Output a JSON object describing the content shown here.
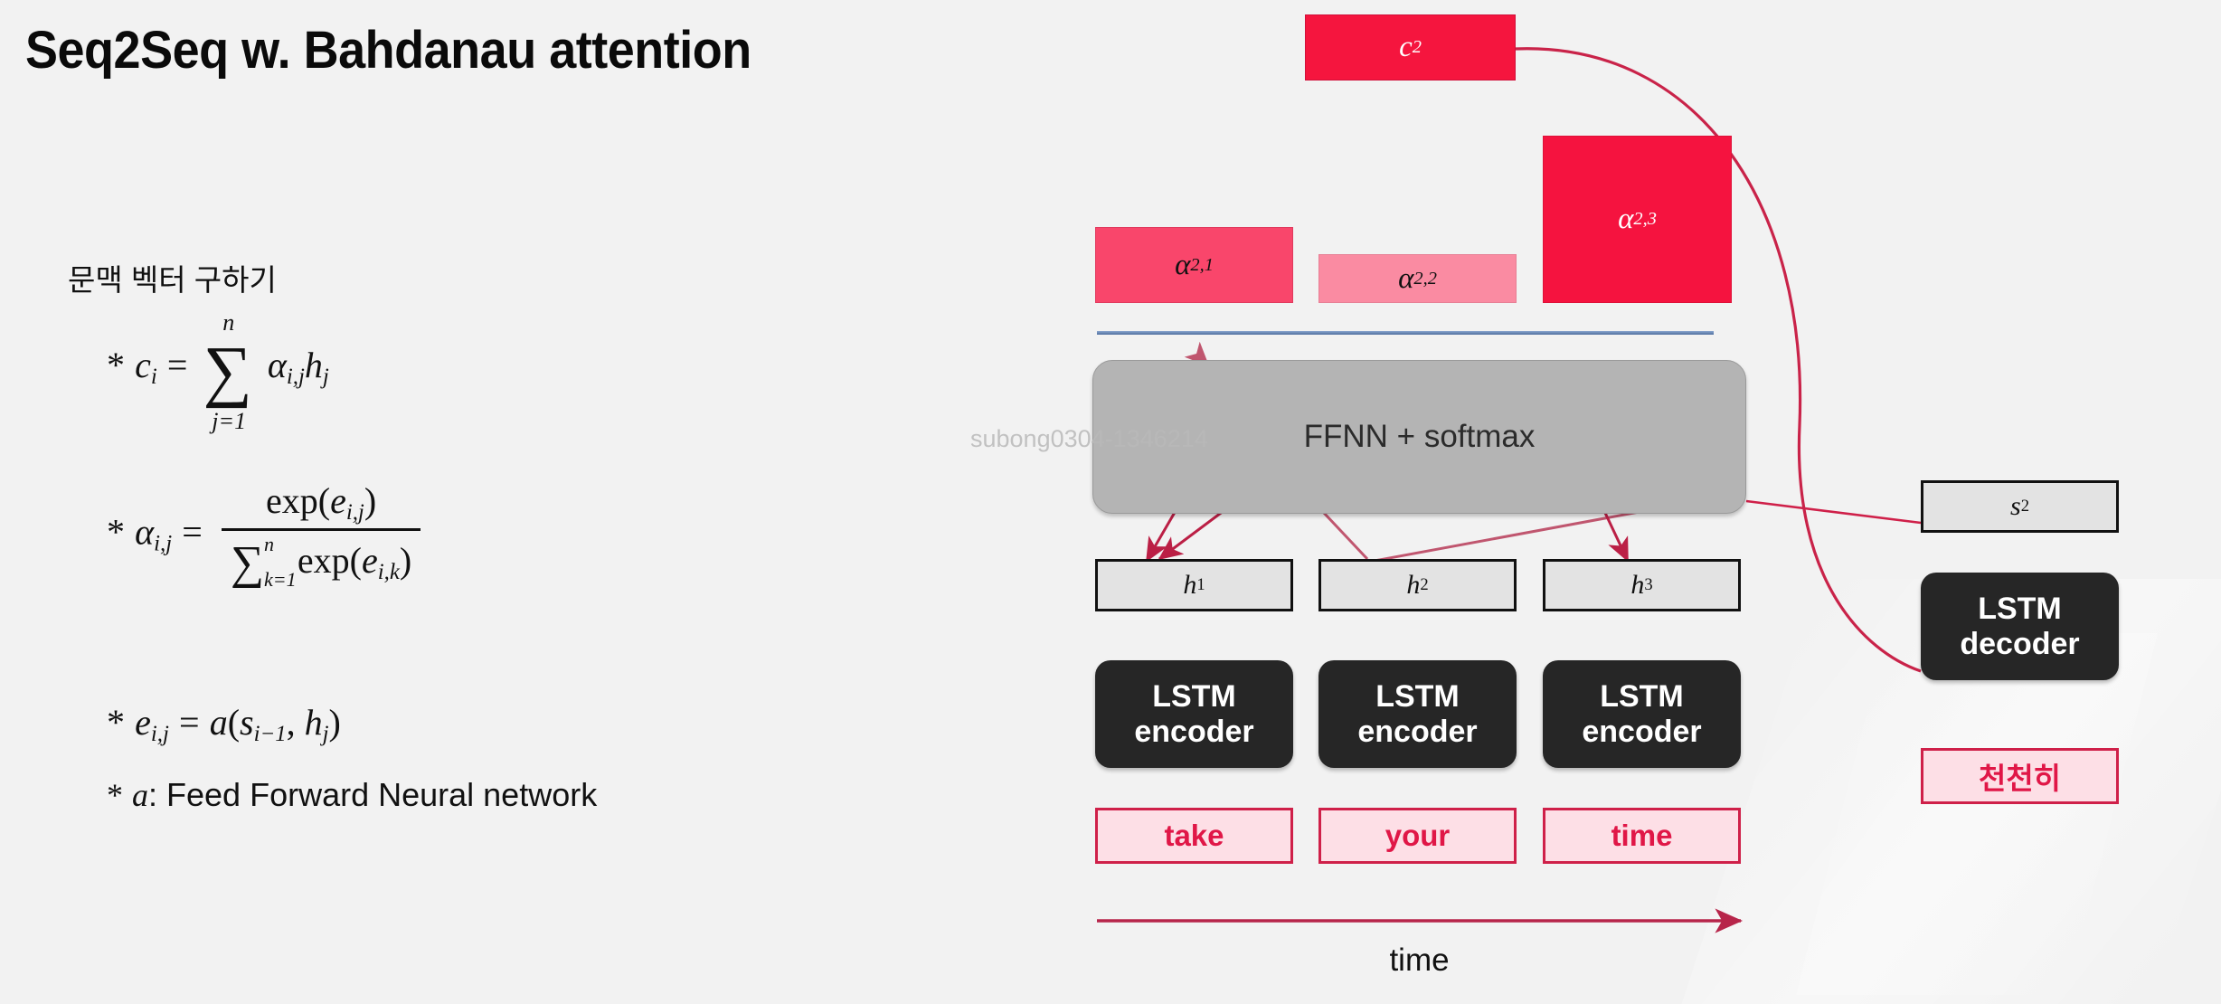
{
  "slide": {
    "title": "Seq2Seq w. Bahdanau attention",
    "background_color": "#f2f2f2",
    "watermark": "subong0304-1346214"
  },
  "left_panel": {
    "subhead": "문맥 벡터 구하기",
    "formulas": {
      "context_vector": {
        "bullet": "*",
        "lhs_var": "c",
        "lhs_sub": "i",
        "equals": "=",
        "sum_symbol": "∑",
        "sum_upper": "n",
        "sum_lower": "j=1",
        "term_alpha": "α",
        "term_alpha_sub": "i,j",
        "term_h": "h",
        "term_h_sub": "j"
      },
      "attention_weight": {
        "bullet": "*",
        "lhs_var": "α",
        "lhs_sub": "i,j",
        "equals": "=",
        "numerator_fn": "exp(",
        "numerator_var": "e",
        "numerator_sub": "i,j",
        "numerator_close": ")",
        "denominator_sum": "∑",
        "denominator_upper": "n",
        "denominator_lower": "k=1",
        "denominator_fn": "exp(",
        "denominator_var": "e",
        "denominator_sub": "i,k",
        "denominator_close": ")"
      },
      "score": {
        "bullet": "*",
        "lhs_var": "e",
        "lhs_sub": "i,j",
        "equals": "=",
        "fn": "a",
        "open": "(",
        "arg1_var": "s",
        "arg1_sub": "i−1",
        "comma": ", ",
        "arg2_var": "h",
        "arg2_sub": "j",
        "close": ")"
      }
    },
    "note": {
      "bullet": "*",
      "symbol": "a",
      "text": ": Feed Forward Neural network"
    }
  },
  "diagram": {
    "context_vector": {
      "label_var": "c",
      "label_sub": "2"
    },
    "attention_bars": [
      {
        "label_var": "α",
        "label_sub": "2,1",
        "color": "#f9466b",
        "text_color": "#111111",
        "weight": 0.35
      },
      {
        "label_var": "α",
        "label_sub": "2,2",
        "color": "#fa8ba2",
        "text_color": "#111111",
        "weight": 0.18
      },
      {
        "label_var": "α",
        "label_sub": "2,3",
        "color": "#f5133f",
        "text_color": "#ffffff",
        "weight": 0.72
      }
    ],
    "ffnn_block": {
      "label": "FFNN + softmax",
      "color": "#b4b4b4"
    },
    "divider_color": "#5b7eb0",
    "hidden_states": [
      {
        "label_var": "h",
        "label_sub": "1"
      },
      {
        "label_var": "h",
        "label_sub": "2"
      },
      {
        "label_var": "h",
        "label_sub": "3"
      }
    ],
    "encoders": [
      {
        "line1": "LSTM",
        "line2": "encoder"
      },
      {
        "line1": "LSTM",
        "line2": "encoder"
      },
      {
        "line1": "LSTM",
        "line2": "encoder"
      }
    ],
    "input_tokens": [
      "take",
      "your",
      "time"
    ],
    "time_axis_label": "time",
    "decoder_state": {
      "label_var": "s",
      "label_sub": "2"
    },
    "decoder": {
      "line1": "LSTM",
      "line2": "decoder"
    },
    "output_token": "천천히",
    "accent_color": "#cf2049",
    "arrow_color": "#c0566f"
  }
}
